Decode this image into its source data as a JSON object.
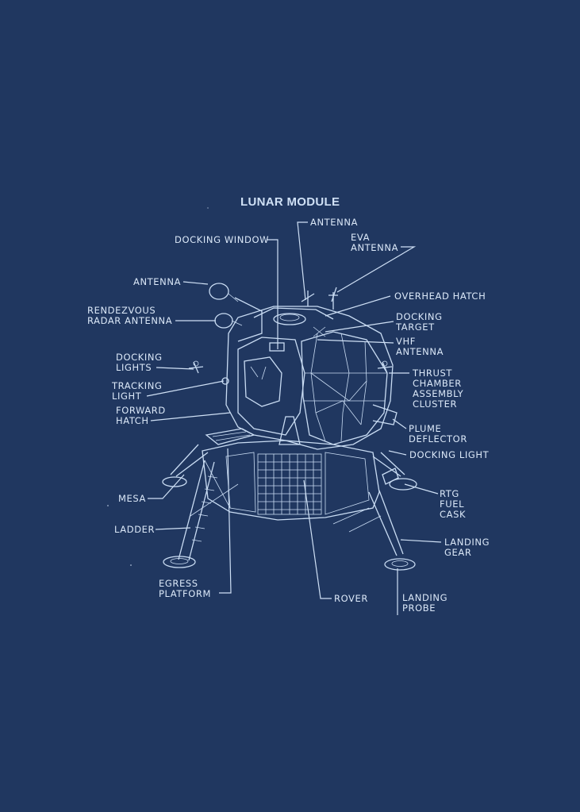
{
  "title": "LUNAR MODULE",
  "labels": {
    "antenna_top": "ANTENNA",
    "docking_window": "DOCKING WINDOW",
    "eva_antenna": [
      "EVA",
      "ANTENNA"
    ],
    "antenna_left": "ANTENNA",
    "overhead_hatch": "OVERHEAD HATCH",
    "rendezvous_radar_antenna": [
      "RENDEZVOUS",
      "RADAR ANTENNA"
    ],
    "docking_target": [
      "DOCKING",
      "TARGET"
    ],
    "vhf_antenna": [
      "VHF",
      "ANTENNA"
    ],
    "docking_lights": [
      "DOCKING",
      "LIGHTS"
    ],
    "thrust_chamber_assembly_cluster": [
      "THRUST",
      "CHAMBER",
      "ASSEMBLY",
      "CLUSTER"
    ],
    "tracking_light": [
      "TRACKING",
      "LIGHT"
    ],
    "forward_hatch": [
      "FORWARD",
      "HATCH"
    ],
    "plume_deflector": [
      "PLUME",
      "DEFLECTOR"
    ],
    "docking_light": "DOCKING LIGHT",
    "mesa": "MESA",
    "rtg_fuel_cask": [
      "RTG",
      "FUEL",
      "CASK"
    ],
    "ladder": "LADDER",
    "landing_gear": [
      "LANDING",
      "GEAR"
    ],
    "egress_platform": [
      "EGRESS",
      "PLATFORM"
    ],
    "rover": "ROVER",
    "landing_probe": [
      "LANDING",
      "PROBE"
    ]
  },
  "colors": {
    "background": "#203760",
    "line": "#cfe0f5"
  }
}
